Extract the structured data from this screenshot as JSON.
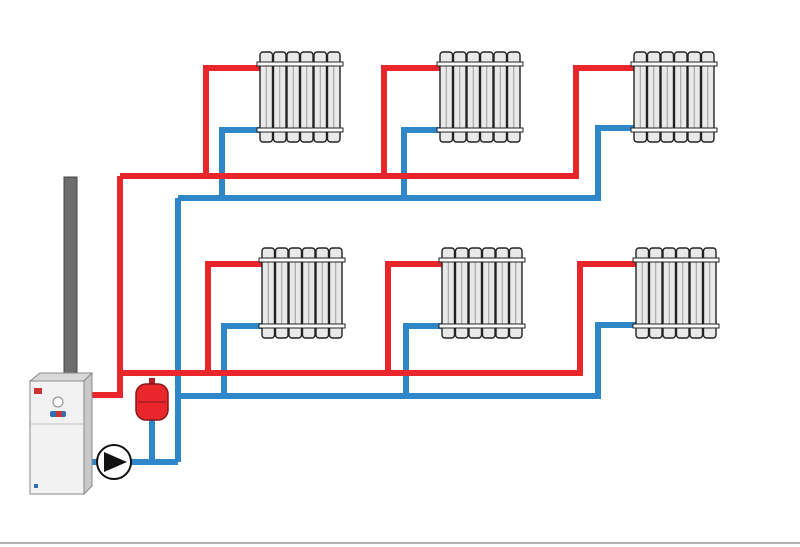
{
  "colors": {
    "supply": "#e8262b",
    "return": "#2f86c9",
    "radiator_fill": "#e9e9e9",
    "radiator_stroke": "#222222",
    "chimney": "#6d6d6d",
    "boiler_body": "#f2f2f2",
    "expansion_tank": "#e8262b",
    "pump_fill": "#ffffff"
  },
  "components": {
    "boiler": "gas-boiler-icon",
    "chimney": "chimney-pipe",
    "pump": "circulation-pump-icon",
    "expansion_tank": "expansion-tank-icon",
    "radiator": "radiator-icon"
  },
  "layout_summary": {
    "floors": 2,
    "radiators_per_floor": 3,
    "radiator_sections": 6
  }
}
